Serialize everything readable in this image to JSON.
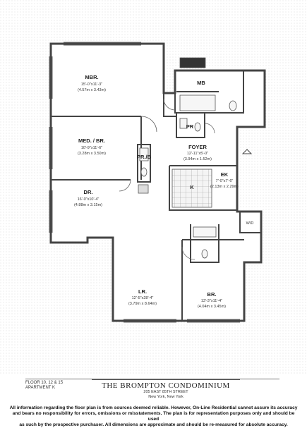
{
  "rooms": {
    "mbr": {
      "name": "MBR.",
      "dim_ft": "15'-0\"x11'-3\"",
      "dim_m": "(4.57m x 3.43m)"
    },
    "mb": {
      "name": "MB"
    },
    "med_br": {
      "name": "MED. / BR.",
      "dim_ft": "10'-9\"x11'-6\"",
      "dim_m": "(3.28m x 3.50m)"
    },
    "foyer": {
      "name": "FOYER",
      "dim_ft": "12'-11\"x5'-0\"",
      "dim_m": "(3.94m x 1.52m)"
    },
    "pr_b": {
      "name": "PR./B"
    },
    "pr": {
      "name": "PR"
    },
    "k": {
      "name": "K"
    },
    "ek": {
      "name": "EK",
      "dim_ft": "7'-0\"x7'-6\"",
      "dim_m": "(2.13m x 2.29m)"
    },
    "dr": {
      "name": "DR.",
      "dim_ft": "16'-0\"x10'-4\"",
      "dim_m": "(4.88m x 3.15m)"
    },
    "wd": {
      "name": "W/D"
    },
    "lr": {
      "name": "LR.",
      "dim_ft": "12'-5\"x28'-4\"",
      "dim_m": "(3.79m x 8.64m)"
    },
    "br": {
      "name": "BR.",
      "dim_ft": "13'-3\"x11'-4\"",
      "dim_m": "(4.04m x 3.45m)"
    }
  },
  "footer": {
    "floors": "FLOOR 10, 12 & 15",
    "apartment": "APARTMENT K",
    "building": "THE BROMPTON CONDOMINIUM",
    "street": "205 EAST 85TH STREET",
    "city": "New York, New York"
  },
  "disclaimer": {
    "line1": "All information regarding the floor plan is from sources deemed reliable. However, On-Line Residential cannot assure its accuracy",
    "line2": "and bears no responsibility for errors, omissions or misstatements. The plan is for representation purposes only and should be used",
    "line3": "as such by the prospective purchaser. All dimensions are approximate and should be re-measured for absolute accuracy."
  }
}
